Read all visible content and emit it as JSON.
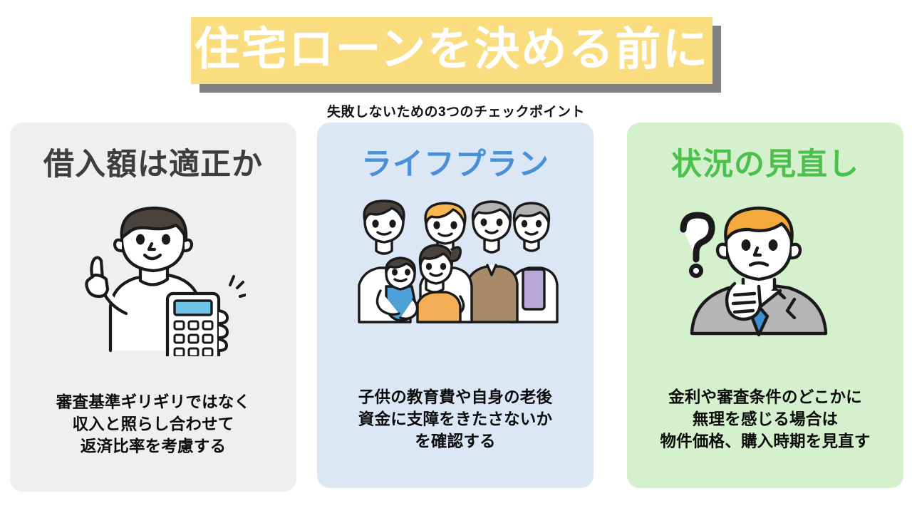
{
  "slide": {
    "title": "住宅ローンを決める前に",
    "subtitle": "失敗しないための3つのチェックポイント",
    "title_band_color": "#fadd7f",
    "title_shadow_color": "#808080",
    "title_text_color": "#ffffff",
    "background": "#ffffff"
  },
  "cards": [
    {
      "id": "card-1",
      "heading": "借入額は適正か",
      "heading_color": "#3d3d3d",
      "background": "#efefef",
      "illustration": "person-pointing-with-calculator-illustration",
      "body_lines": [
        "審査基準ギリギリではなく",
        "収入と照らし合わせて",
        "返済比率を考慮する"
      ]
    },
    {
      "id": "card-2",
      "heading": "ライフプラン",
      "heading_color": "#4a90d9",
      "background": "#dbe7f5",
      "illustration": "three-generation-family-illustration",
      "body_lines": [
        "子供の教育費や自身の老後",
        "資金に支障をきたさないか",
        "を確認する"
      ]
    },
    {
      "id": "card-3",
      "heading": "状況の見直し",
      "heading_color": "#4cc04c",
      "background": "#d4f0cd",
      "illustration": "thinking-businessman-with-question-marks-illustration",
      "body_lines": [
        "金利や審査条件のどこかに",
        "無理を感じる場合は",
        "物件価格、購入時期を見直す"
      ]
    }
  ]
}
